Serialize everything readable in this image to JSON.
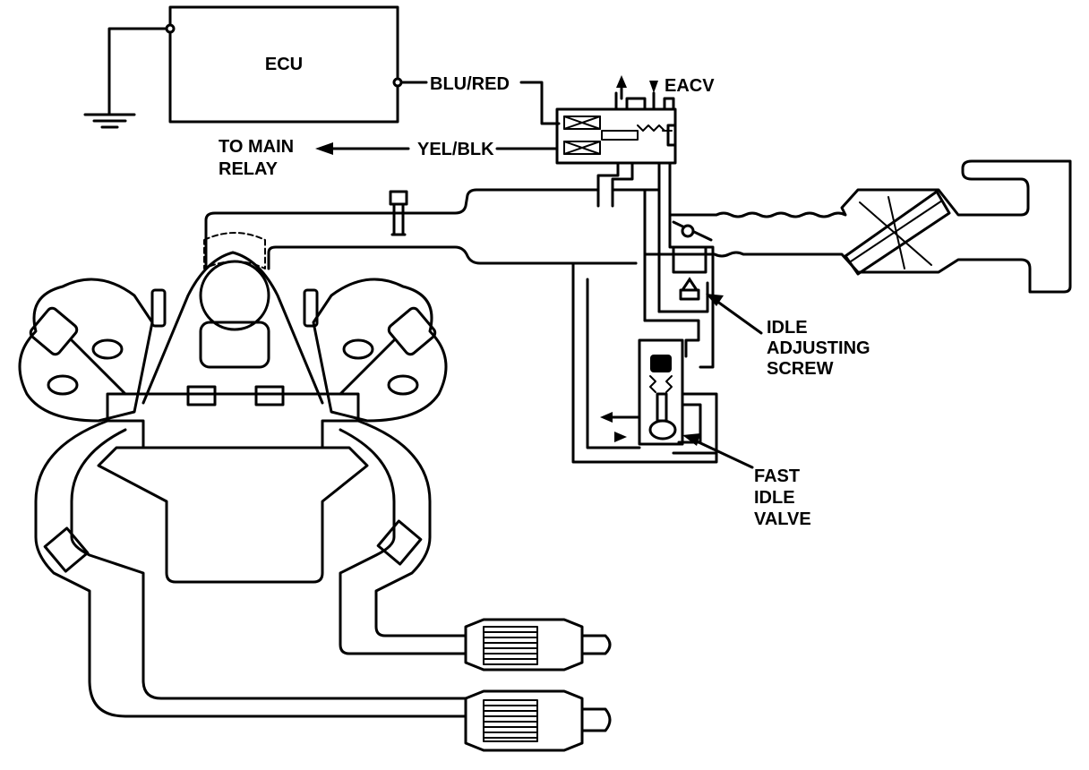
{
  "labels": {
    "ecu": "ECU",
    "blu_red": "BLU/RED",
    "eacv": "EACV",
    "yel_blk": "YEL/BLK",
    "to_main": "TO MAIN",
    "relay": "RELAY",
    "idle": "IDLE",
    "adjusting": "ADJUSTING",
    "screw": "SCREW",
    "fast": "FAST",
    "idle2": "IDLE",
    "valve": "VALVE"
  },
  "colors": {
    "ink": "#000000",
    "paper": "#ffffff"
  }
}
